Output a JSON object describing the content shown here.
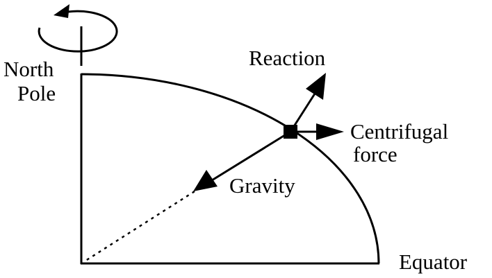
{
  "labels": {
    "north_pole_line1": "North",
    "north_pole_line2": "Pole",
    "reaction": "Reaction",
    "centrifugal_line1": "Centrifugal",
    "centrifugal_line2": "force",
    "gravity": "Gravity",
    "equator": "Equator"
  },
  "colors": {
    "ink": "#000000",
    "background": "#ffffff"
  }
}
